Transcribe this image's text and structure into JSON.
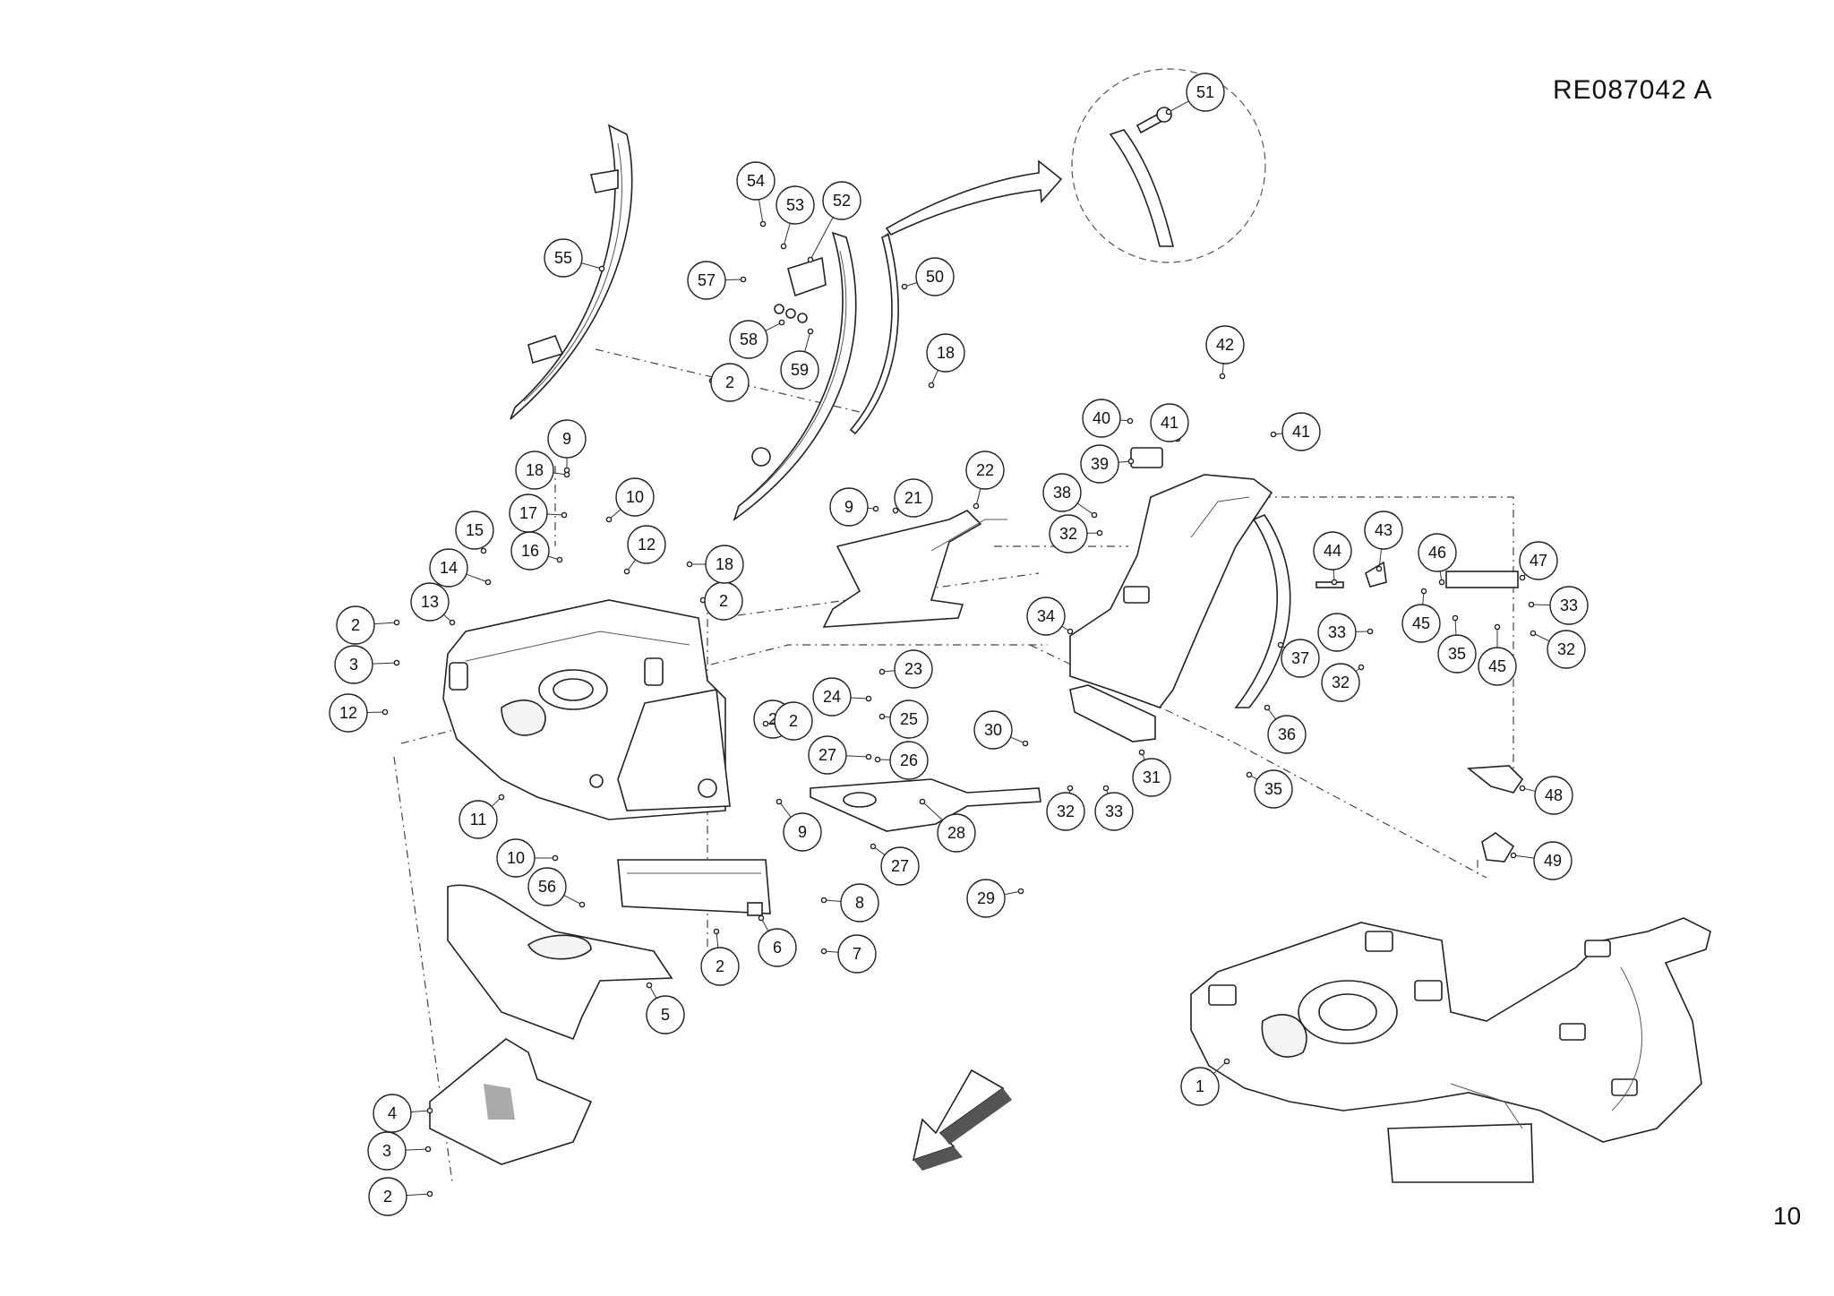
{
  "document_code": "RE087042  A",
  "page_number": "10",
  "callouts": [
    {
      "label": "1"
    },
    {
      "label": "2"
    },
    {
      "label": "2"
    },
    {
      "label": "2"
    },
    {
      "label": "2"
    },
    {
      "label": "2"
    },
    {
      "label": "2"
    },
    {
      "label": "2"
    },
    {
      "label": "3"
    },
    {
      "label": "3"
    },
    {
      "label": "4"
    },
    {
      "label": "5"
    },
    {
      "label": "6"
    },
    {
      "label": "7"
    },
    {
      "label": "8"
    },
    {
      "label": "9"
    },
    {
      "label": "9"
    },
    {
      "label": "9"
    },
    {
      "label": "10"
    },
    {
      "label": "10"
    },
    {
      "label": "11"
    },
    {
      "label": "12"
    },
    {
      "label": "12"
    },
    {
      "label": "13"
    },
    {
      "label": "14"
    },
    {
      "label": "15"
    },
    {
      "label": "16"
    },
    {
      "label": "17"
    },
    {
      "label": "18"
    },
    {
      "label": "18"
    },
    {
      "label": "18"
    },
    {
      "label": "21"
    },
    {
      "label": "22"
    },
    {
      "label": "23"
    },
    {
      "label": "24"
    },
    {
      "label": "25"
    },
    {
      "label": "26"
    },
    {
      "label": "27"
    },
    {
      "label": "27"
    },
    {
      "label": "28"
    },
    {
      "label": "29"
    },
    {
      "label": "30"
    },
    {
      "label": "31"
    },
    {
      "label": "32"
    },
    {
      "label": "32"
    },
    {
      "label": "32"
    },
    {
      "label": "32"
    },
    {
      "label": "33"
    },
    {
      "label": "33"
    },
    {
      "label": "33"
    },
    {
      "label": "34"
    },
    {
      "label": "35"
    },
    {
      "label": "35"
    },
    {
      "label": "36"
    },
    {
      "label": "37"
    },
    {
      "label": "38"
    },
    {
      "label": "39"
    },
    {
      "label": "40"
    },
    {
      "label": "41"
    },
    {
      "label": "41"
    },
    {
      "label": "42"
    },
    {
      "label": "43"
    },
    {
      "label": "44"
    },
    {
      "label": "45"
    },
    {
      "label": "45"
    },
    {
      "label": "46"
    },
    {
      "label": "47"
    },
    {
      "label": "48"
    },
    {
      "label": "49"
    },
    {
      "label": "50"
    },
    {
      "label": "51"
    },
    {
      "label": "52"
    },
    {
      "label": "53"
    },
    {
      "label": "54"
    },
    {
      "label": "55"
    },
    {
      "label": "56"
    },
    {
      "label": "57"
    },
    {
      "label": "58"
    },
    {
      "label": "59"
    }
  ]
}
